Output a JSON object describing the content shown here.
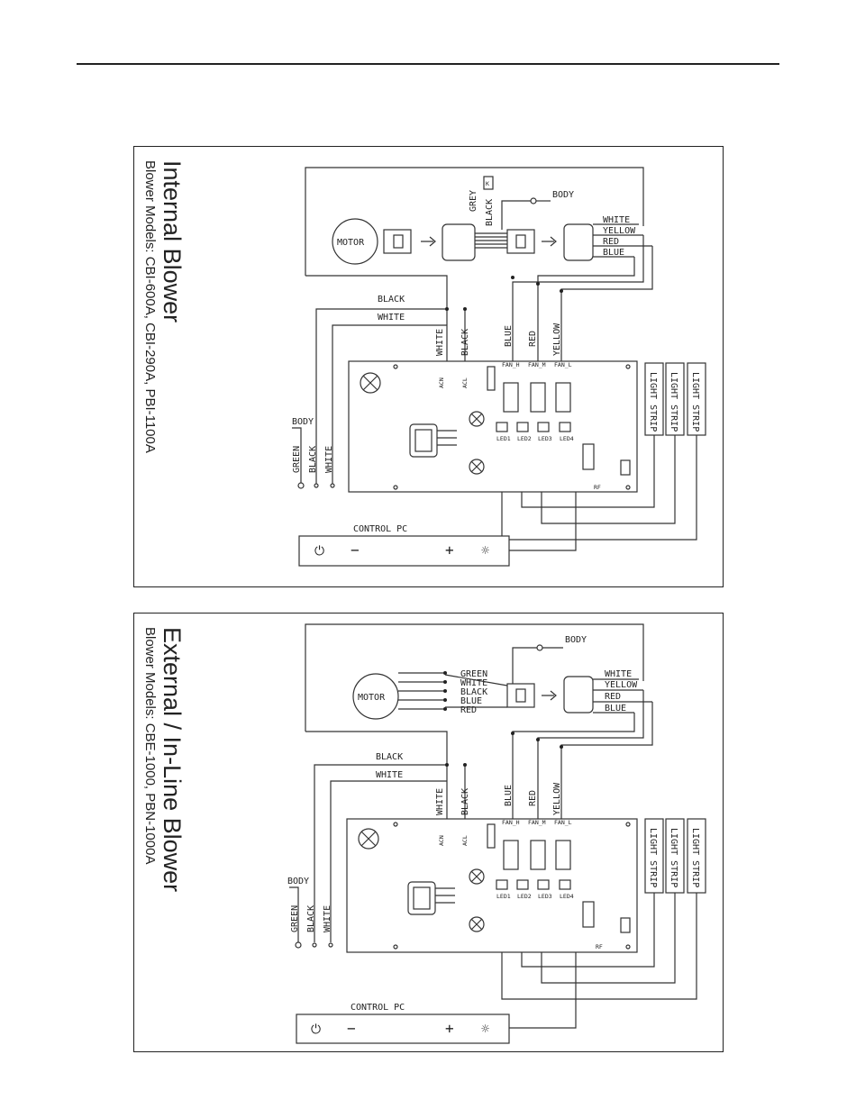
{
  "diagrams": [
    {
      "title": "Internal Blower",
      "subtitle": "Blower Models: CBI-600A, CBI-290A, PBI-1100A",
      "motor_label": "MOTOR",
      "motor_wires": [
        "GREY",
        "BLACK"
      ],
      "body_top": "BODY",
      "harness": [
        "WHITE",
        "YELLOW",
        "RED",
        "BLUE"
      ],
      "supply": [
        "BLACK",
        "WHITE"
      ],
      "board_in": [
        "WHITE",
        "BLACK"
      ],
      "fan_wires": [
        "BLUE",
        "RED",
        "YELLOW"
      ],
      "terminals": [
        "ACN",
        "ACL",
        "FAN_H",
        "FAN_M",
        "FAN_L"
      ],
      "leds": [
        "LED1",
        "LED2",
        "LED3",
        "LED4"
      ],
      "light_strips": [
        "LIGHT STRIP",
        "LIGHT STRIP",
        "LIGHT STRIP"
      ],
      "ground": [
        "BODY",
        "GREEN",
        "BLACK",
        "WHITE"
      ],
      "rf": "RF",
      "control_label": "CONTROL PC",
      "control_keys": [
        "⏻",
        "−",
        "+",
        "☼"
      ]
    },
    {
      "title": "External / In-Line Blower",
      "subtitle": "Blower Models: CBE-1000, PBN-1000A",
      "motor_label": "MOTOR",
      "motor_wires": [
        "GREEN",
        "WHITE",
        "BLACK",
        "BLUE",
        "RED"
      ],
      "body_top": "BODY",
      "harness": [
        "WHITE",
        "YELLOW",
        "RED",
        "BLUE"
      ],
      "supply": [
        "BLACK",
        "WHITE"
      ],
      "board_in": [
        "WHITE",
        "BLACK"
      ],
      "fan_wires": [
        "BLUE",
        "RED",
        "YELLOW"
      ],
      "terminals": [
        "ACN",
        "ACL",
        "FAN_H",
        "FAN_M",
        "FAN_L"
      ],
      "leds": [
        "LED1",
        "LED2",
        "LED3",
        "LED4"
      ],
      "light_strips": [
        "LIGHT STRIP",
        "LIGHT STRIP",
        "LIGHT STRIP"
      ],
      "ground": [
        "BODY",
        "GREEN",
        "BLACK",
        "WHITE"
      ],
      "rf": "RF",
      "control_label": "CONTROL PC",
      "control_keys": [
        "⏻",
        "−",
        "+",
        "☼"
      ]
    }
  ]
}
